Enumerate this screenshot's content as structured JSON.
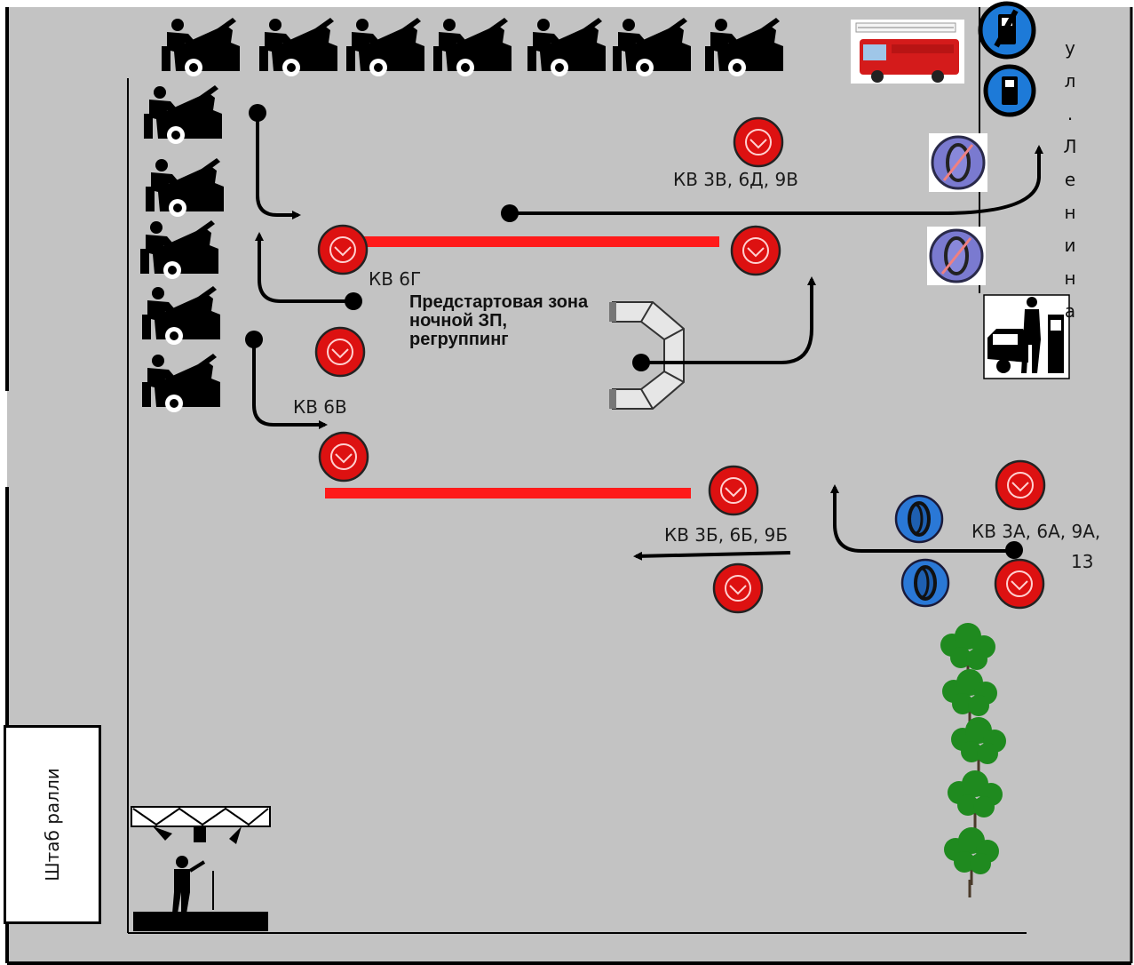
{
  "labels": {
    "kv_3v": "КВ 3В, 6Д, 9В",
    "kv_6g": "КВ 6Г",
    "kv_6v": "КВ 6В",
    "kv_3b": "КВ 3Б, 6Б, 9Б",
    "kv_3a": "КВ 3А, 6А, 9А,",
    "kv_3a_2": "13",
    "zone_line1": "Предстартовая зона",
    "zone_line2": "ночной ЗП,",
    "zone_line3": "регруппинг",
    "street": [
      "у",
      "л",
      ".",
      "Л",
      "е",
      "н",
      "и",
      "н",
      "а"
    ],
    "hq": "Штаб ралли"
  },
  "colors": {
    "ground": "#c3c3c3",
    "control_red": "#dd1111",
    "line_red": "#ff1a1a",
    "tyre_blue": "#2a78d6",
    "tyre_purple": "#7a7ad0",
    "tree_green": "#1f8a1f",
    "ink": "#000000"
  },
  "icons": {
    "service": "mechanic-car-icon",
    "control": "time-control-icon",
    "tyre": "tyre-icon",
    "fuel": "fuel-pump-icon",
    "fire": "fire-truck-icon",
    "refuel": "refuelling-icon",
    "stage": "podium-icon",
    "tree": "tree-icon"
  }
}
